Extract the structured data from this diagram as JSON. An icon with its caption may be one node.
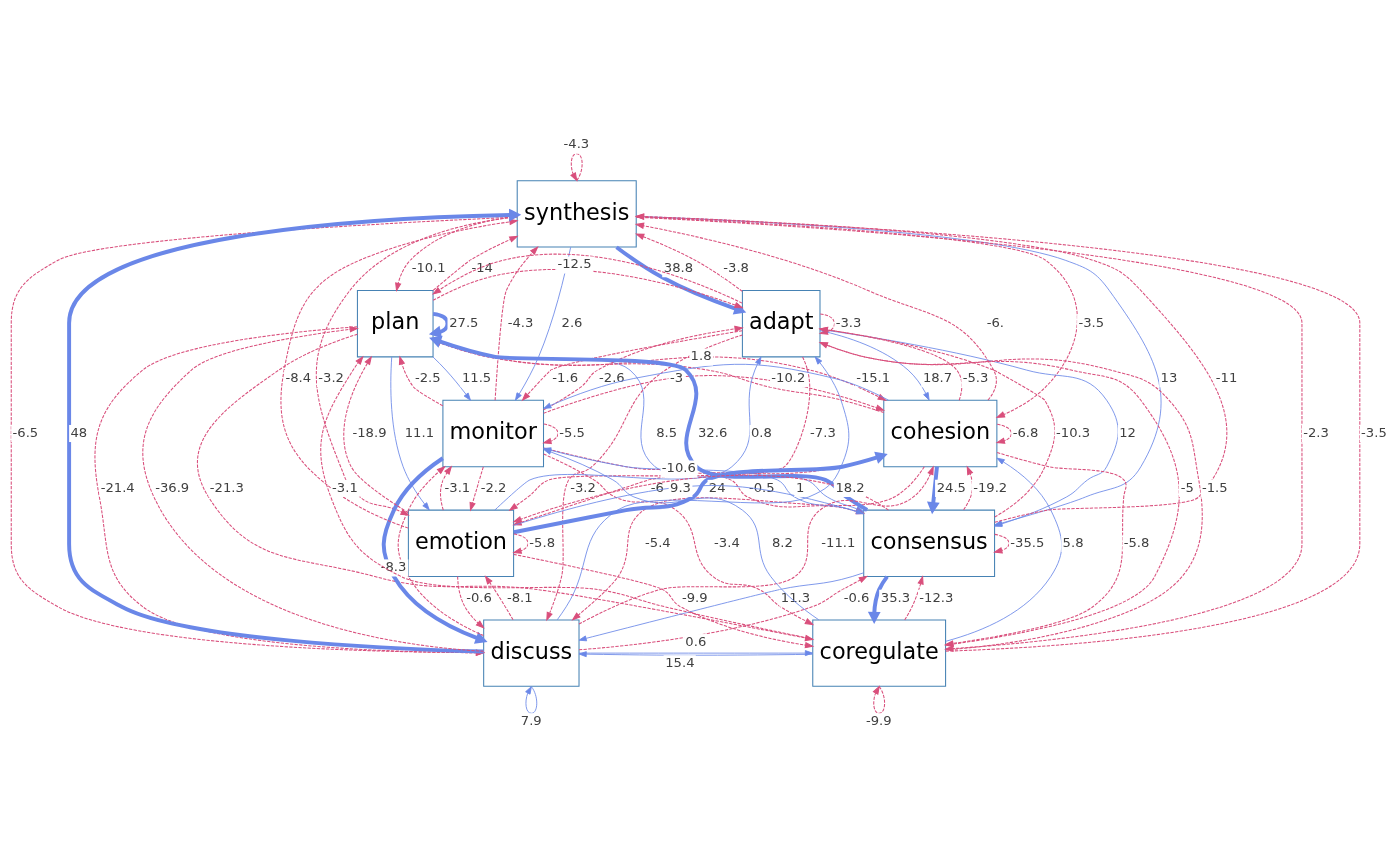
{
  "diagram": {
    "nodes": [
      {
        "text": [
          "synthesis"
        ]
      },
      {
        "text": [
          "plan"
        ]
      },
      {
        "text": [
          "adapt"
        ]
      },
      {
        "text": [
          "monitor"
        ]
      },
      {
        "text": [
          "cohesion"
        ]
      },
      {
        "text": [
          "emotion"
        ]
      },
      {
        "text": [
          "consensus"
        ]
      },
      {
        "text": [
          "discuss"
        ]
      },
      {
        "text": [
          "coregulate"
        ]
      }
    ],
    "edges": [
      {
        "from": 0,
        "to": 0,
        "arrow": "to",
        "label": "-4.3",
        "style": "dashed"
      },
      {
        "from": 1,
        "to": 1,
        "arrow": "to",
        "label": "27.5",
        "style": "thick",
        "color": "#6a87e8"
      },
      {
        "from": 2,
        "to": 2,
        "arrow": "to",
        "label": "-3.3",
        "style": "dashed"
      },
      {
        "from": 3,
        "to": 3,
        "arrow": "to",
        "label": "-5.5",
        "style": "dashed"
      },
      {
        "from": 4,
        "to": 4,
        "arrow": "to",
        "label": "-6.8",
        "style": "dashed"
      },
      {
        "from": 5,
        "to": 5,
        "arrow": "to",
        "label": "-5.8",
        "style": "dashed"
      },
      {
        "from": 6,
        "to": 6,
        "arrow": "to",
        "label": "-35.5",
        "style": "dashed"
      },
      {
        "from": 7,
        "to": 7,
        "arrow": "to",
        "label": "7.9",
        "color": "#6a87e8"
      },
      {
        "from": 8,
        "to": 8,
        "arrow": "to",
        "label": "-9.9",
        "style": "dashed"
      },
      {
        "from": 0,
        "to": 1,
        "arrow": "to",
        "label": "-10.1",
        "style": "dashed"
      },
      {
        "from": 0,
        "to": 2,
        "arrow": "to",
        "label": "38.8",
        "style": "thick",
        "color": "#6a87e8"
      },
      {
        "from": 0,
        "to": 3,
        "arrow": "to",
        "label": "2.6",
        "color": "#6a87e8"
      },
      {
        "from": 0,
        "to": 4,
        "arrow": "to",
        "label": "-3.5",
        "style": "dashed"
      },
      {
        "from": 0,
        "to": 5,
        "arrow": "to",
        "label": "-3.2",
        "style": "dashed"
      },
      {
        "from": 0,
        "to": 6,
        "arrow": "to",
        "label": "13",
        "color": "#6a87e8"
      },
      {
        "from": 0,
        "to": 7,
        "arrow": "to",
        "label": "-6.5",
        "style": "dashed"
      },
      {
        "from": 0,
        "to": 8,
        "arrow": "to",
        "label": "-2.3",
        "style": "dashed"
      },
      {
        "from": 1,
        "to": 3,
        "arrow": "to",
        "label": "11.5",
        "color": "#6a87e8"
      },
      {
        "from": 1,
        "to": 4,
        "arrow": "to",
        "label": "-15.1",
        "style": "dashed"
      },
      {
        "from": 1,
        "to": 5,
        "arrow": "to",
        "label": "11.1",
        "color": "#6a87e8"
      },
      {
        "from": 1,
        "to": 6,
        "arrow": "to",
        "label": "8.5",
        "color": "#6a87e8"
      },
      {
        "from": 1,
        "to": 7,
        "arrow": "to",
        "label": "-21.4",
        "style": "dashed"
      },
      {
        "from": 1,
        "to": 8,
        "arrow": "to",
        "label": "-21.3",
        "style": "dashed"
      },
      {
        "from": 2,
        "to": 3,
        "arrow": "to",
        "label": "-1.6",
        "style": "dashed"
      },
      {
        "from": 2,
        "to": 4,
        "arrow": "to",
        "label": "18.7",
        "color": "#6a87e8"
      },
      {
        "from": 2,
        "to": 5,
        "arrow": "to",
        "label": "-7.3",
        "style": "dashed"
      },
      {
        "from": 2,
        "to": 6,
        "arrow": "to",
        "label": "12",
        "color": "#6a87e8"
      },
      {
        "from": 2,
        "to": 7,
        "arrow": "to",
        "label": "-3.2",
        "style": "dashed"
      },
      {
        "from": 2,
        "to": 8,
        "arrow": "to",
        "label": "-5",
        "style": "dashed"
      },
      {
        "from": 3,
        "to": 5,
        "arrow": "to",
        "label": "-2.2",
        "style": "dashed"
      },
      {
        "from": 3,
        "to": 6,
        "arrow": "to",
        "label": "-0.5",
        "style": "dashed"
      },
      {
        "from": 3,
        "to": 7,
        "arrow": "to",
        "style": "thick",
        "color": "#6a87e8"
      },
      {
        "from": 3,
        "to": 8,
        "arrow": "to",
        "label": "-3.4",
        "style": "dashed"
      },
      {
        "from": 4,
        "to": 5,
        "arrow": "to",
        "label": "-6",
        "style": "dashed"
      },
      {
        "from": 4,
        "to": 6,
        "arrow": "to",
        "label": "24.5",
        "style": "thick",
        "color": "#6a87e8"
      },
      {
        "from": 4,
        "to": 7,
        "arrow": "to",
        "label": "-5.4",
        "style": "dashed"
      },
      {
        "from": 4,
        "to": 8,
        "arrow": "to",
        "label": "-5.8",
        "style": "dashed"
      },
      {
        "from": 5,
        "to": 7,
        "arrow": "to",
        "label": "-0.6",
        "style": "dashed"
      },
      {
        "from": 5,
        "to": 8,
        "arrow": "to",
        "label": "-9.9",
        "style": "dashed"
      },
      {
        "from": 6,
        "to": 7,
        "arrow": "to",
        "label": "11.3",
        "color": "#6a87e8"
      },
      {
        "from": 6,
        "to": 8,
        "arrow": "to",
        "label": "35.3",
        "style": "thick",
        "color": "#6a87e8"
      },
      {
        "from": 1,
        "to": 2,
        "arrow": "to",
        "style": "dashed"
      },
      {
        "from": 2,
        "to": 1,
        "arrow": "to",
        "label": "-12.5",
        "style": "dashed"
      },
      {
        "from": 3,
        "to": 4,
        "arrow": "to",
        "label": "-3",
        "style": "dashed"
      },
      {
        "from": 4,
        "to": 3,
        "arrow": "to",
        "label": "1.8",
        "color": "#6a87e8"
      },
      {
        "from": 5,
        "to": 6,
        "arrow": "to",
        "label": "9.3",
        "color": "#6a87e8"
      },
      {
        "from": 6,
        "to": 5,
        "arrow": "to",
        "label": "-10.6",
        "style": "dashed"
      },
      {
        "from": 7,
        "to": 8,
        "arrow": "to",
        "label": "0.6",
        "color": "#6a87e8"
      },
      {
        "from": 8,
        "to": 7,
        "arrow": "to",
        "label": "15.4",
        "color": "#6a87e8"
      },
      {
        "from": 1,
        "to": 0,
        "arrow": "to",
        "label": "-14",
        "style": "dashed"
      },
      {
        "from": 2,
        "to": 0,
        "arrow": "to",
        "label": "-3.8",
        "style": "dashed"
      },
      {
        "from": 3,
        "to": 0,
        "arrow": "to",
        "label": "-4.3",
        "style": "dashed"
      },
      {
        "from": 4,
        "to": 0,
        "arrow": "to",
        "label": "-6.",
        "style": "dashed"
      },
      {
        "from": 5,
        "to": 0,
        "arrow": "to",
        "label": "-8.4",
        "style": "dashed"
      },
      {
        "from": 6,
        "to": 0,
        "arrow": "to",
        "label": "-11",
        "style": "dashed"
      },
      {
        "from": 7,
        "to": 0,
        "arrow": "to",
        "label": "48",
        "style": "thick",
        "color": "#6a87e8"
      },
      {
        "from": 8,
        "to": 0,
        "arrow": "to",
        "label": "-3.5",
        "style": "dashed"
      },
      {
        "from": 3,
        "to": 1,
        "arrow": "to",
        "label": "-2.5",
        "style": "dashed"
      },
      {
        "from": 4,
        "to": 1,
        "arrow": "to",
        "label": "-10.2",
        "style": "dashed"
      },
      {
        "from": 5,
        "to": 1,
        "arrow": "to",
        "label": "-18.9",
        "style": "dashed"
      },
      {
        "from": 6,
        "to": 1,
        "arrow": "to",
        "label": "32.6",
        "style": "thick",
        "color": "#6a87e8"
      },
      {
        "from": 7,
        "to": 1,
        "arrow": "to",
        "label": "-36.9",
        "style": "dashed"
      },
      {
        "from": 8,
        "to": 1,
        "arrow": "to",
        "label": "-3.1",
        "style": "dashed"
      },
      {
        "from": 3,
        "to": 2,
        "arrow": "to",
        "label": "-2.6",
        "style": "dashed"
      },
      {
        "from": 4,
        "to": 2,
        "arrow": "to",
        "label": "-5.3",
        "style": "dashed"
      },
      {
        "from": 5,
        "to": 2,
        "arrow": "to",
        "label": "0.8",
        "color": "#6a87e8"
      },
      {
        "from": 6,
        "to": 2,
        "arrow": "to",
        "label": "-10.3",
        "style": "dashed"
      },
      {
        "from": 7,
        "to": 2,
        "arrow": "to",
        "label": "18.2",
        "color": "#6a87e8"
      },
      {
        "from": 8,
        "to": 2,
        "arrow": "to",
        "label": "-1.5",
        "style": "dashed"
      },
      {
        "from": 5,
        "to": 3,
        "arrow": "to",
        "label": "-3.1",
        "style": "dashed"
      },
      {
        "from": 6,
        "to": 3,
        "arrow": "to",
        "label": "1",
        "color": "#6a87e8"
      },
      {
        "from": 7,
        "to": 3,
        "arrow": "to",
        "label": "-8.3",
        "style": "dashed"
      },
      {
        "from": 8,
        "to": 3,
        "arrow": "to",
        "label": "8.2",
        "color": "#6a87e8"
      },
      {
        "from": 5,
        "to": 4,
        "arrow": "to",
        "label": "24",
        "style": "thick",
        "color": "#6a87e8"
      },
      {
        "from": 6,
        "to": 4,
        "arrow": "to",
        "label": "-19.2",
        "style": "dashed"
      },
      {
        "from": 7,
        "to": 4,
        "arrow": "to",
        "label": "-11.1",
        "style": "dashed"
      },
      {
        "from": 8,
        "to": 4,
        "arrow": "to",
        "label": "5.8",
        "color": "#6a87e8"
      },
      {
        "from": 7,
        "to": 5,
        "arrow": "to",
        "label": "-8.1",
        "style": "dashed"
      },
      {
        "from": 7,
        "to": 6,
        "arrow": "to",
        "label": "-0.6",
        "style": "dashed"
      },
      {
        "from": 8,
        "to": 6,
        "arrow": "to",
        "label": "-12.3",
        "style": "dashed"
      }
    ]
  }
}
